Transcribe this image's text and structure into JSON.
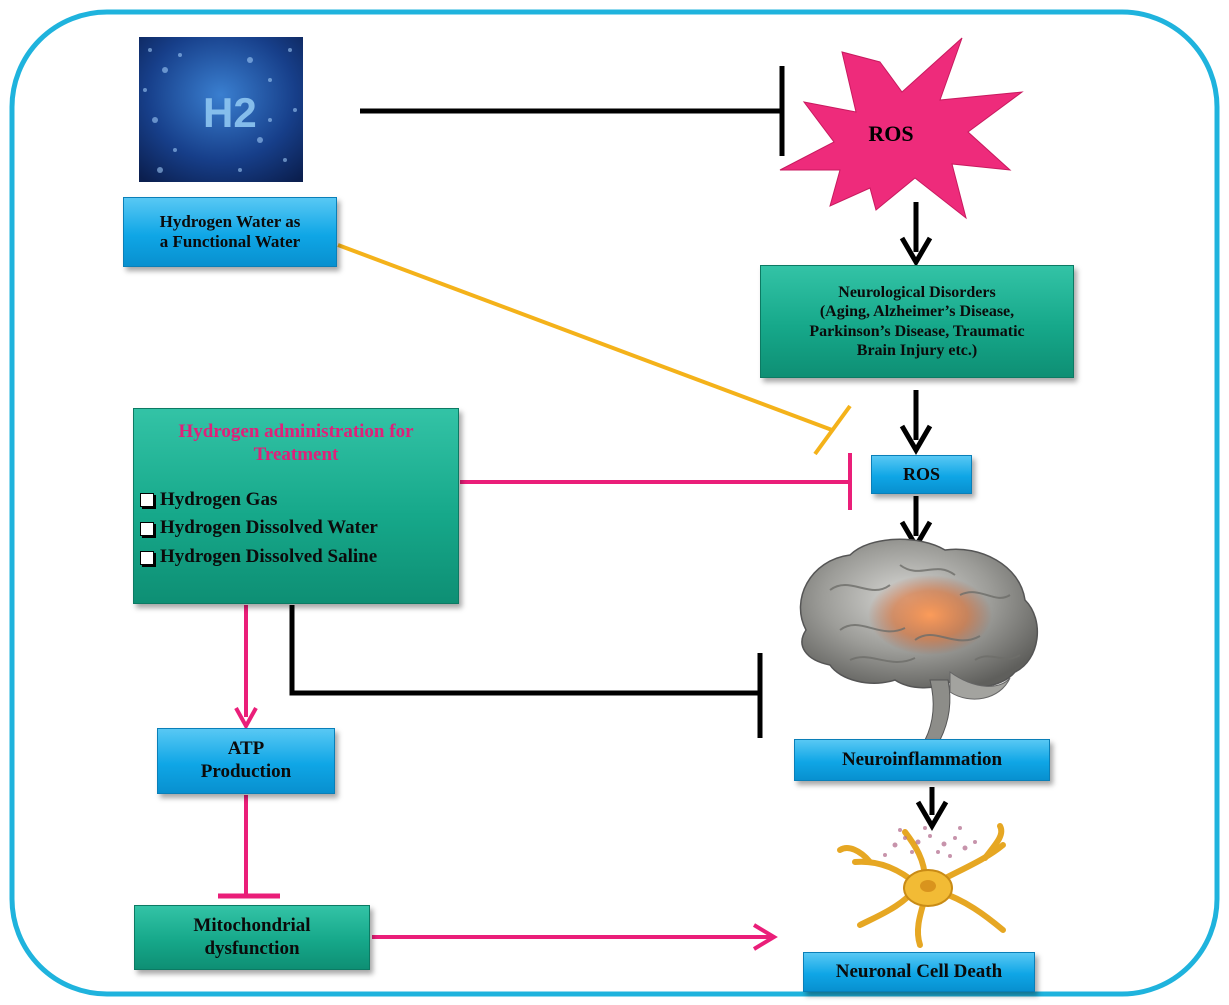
{
  "colors": {
    "frame": "#1fb3dd",
    "pink": "#ea1e79",
    "orange": "#f4b21a",
    "black": "#000000",
    "blue_box": "#1ab0ee",
    "green_box": "#18ad8e",
    "ros_star": "#ee2b7b",
    "treatment_title": "#e0207a"
  },
  "icons": {
    "h2": "hydrogen-water-image",
    "brain": "brain-image",
    "neuron": "neuron-image",
    "star": "ros-starburst"
  },
  "h2_image_text": "H2",
  "ros_top": "ROS",
  "hydrogen_water": {
    "line1": "Hydrogen Water as",
    "line2": "a Functional Water"
  },
  "neuro_disorders": {
    "line1": "Neurological Disorders",
    "line2": "(Aging,  Alzheimer’s Disease,",
    "line3": "Parkinson’s Disease,  Traumatic",
    "line4": "Brain Injury etc.)"
  },
  "treatment": {
    "title1": "Hydrogen administration for",
    "title2": "Treatment",
    "items": [
      "Hydrogen Gas",
      "Hydrogen Dissolved Water",
      "Hydrogen Dissolved Saline"
    ]
  },
  "ros_mid": "ROS",
  "atp": {
    "line1": "ATP",
    "line2": "Production"
  },
  "mito": {
    "line1": "Mitochondrial",
    "line2": "dysfunction"
  },
  "neuroinflammation": "Neuroinflammation",
  "cell_death": "Neuronal Cell Death"
}
